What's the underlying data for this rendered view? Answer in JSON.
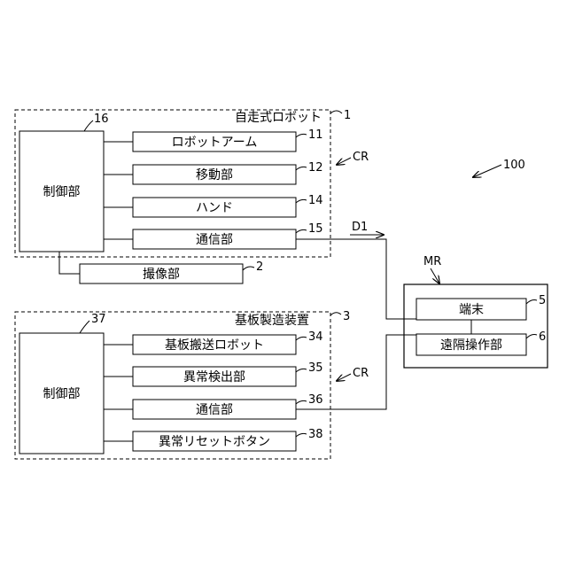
{
  "robot": {
    "title": "自走式ロボット",
    "ref": "1",
    "controller": {
      "label": "制御部",
      "ref": "16"
    },
    "units": [
      {
        "label": "ロボットアーム",
        "ref": "11"
      },
      {
        "label": "移動部",
        "ref": "12"
      },
      {
        "label": "ハンド",
        "ref": "14"
      },
      {
        "label": "通信部",
        "ref": "15"
      }
    ],
    "cr_label": "CR"
  },
  "camera": {
    "label": "撮像部",
    "ref": "2"
  },
  "system_ref": "100",
  "signal_label": "D1",
  "terminal_group": {
    "label": "MR",
    "items": [
      {
        "label": "端末",
        "ref": "5"
      },
      {
        "label": "遠隔操作部",
        "ref": "6"
      }
    ]
  },
  "apparatus": {
    "title": "基板製造装置",
    "ref": "3",
    "controller": {
      "label": "制御部",
      "ref": "37"
    },
    "units": [
      {
        "label": "基板搬送ロボット",
        "ref": "34"
      },
      {
        "label": "異常検出部",
        "ref": "35"
      },
      {
        "label": "通信部",
        "ref": "36"
      },
      {
        "label": "異常リセットボタン",
        "ref": "38"
      }
    ],
    "cr_label": "CR"
  }
}
